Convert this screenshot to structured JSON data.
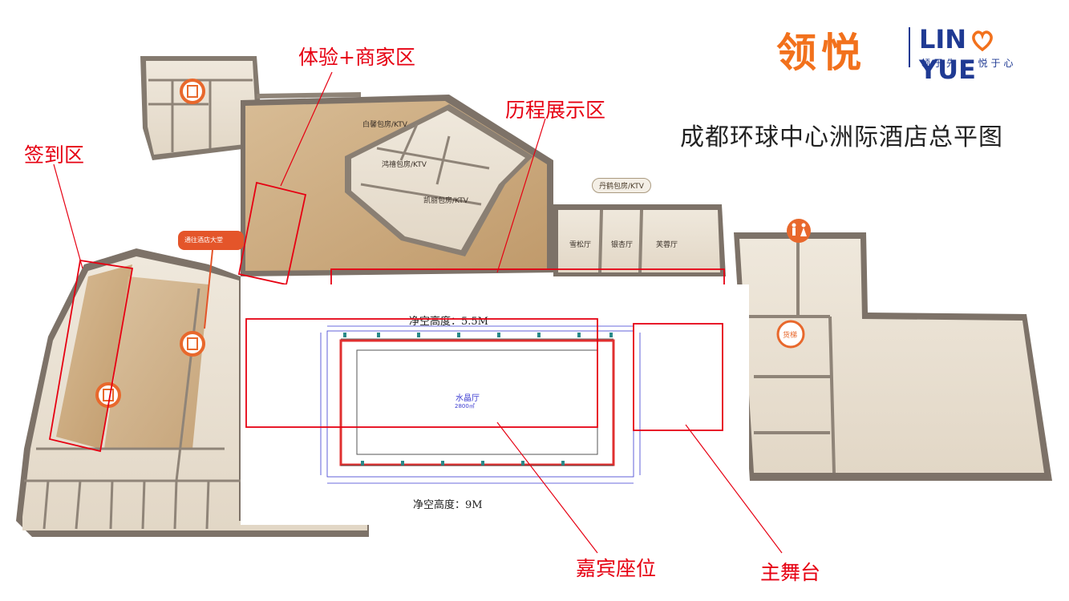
{
  "title": "成都环球中心洲际酒店总平图",
  "logo": {
    "cn": "领悦",
    "en_left": "LIN",
    "en_right": "YUE",
    "slogan": "领于先 · 悦于心"
  },
  "zones": {
    "experience": "体验+商家区",
    "checkin": "签到区",
    "history": "历程展示区",
    "vip_seats": "嘉宾座位",
    "main_stage": "主舞台"
  },
  "rooms": {
    "baishu": "白馨包房/KTV",
    "hongxi": "鸿禧包房/KTV",
    "kaili": "凯丽包房/KTV",
    "danhe": "丹鹤包房/KTV",
    "xuesong": "雪松厅",
    "yinxing": "银杏厅",
    "furong": "芙蓉厅",
    "lobby": "通往酒店大堂",
    "elevator": "货梯"
  },
  "cad": {
    "ceiling_top": "净空高度：5.5M",
    "ceiling_bottom": "净空高度：9M",
    "hall_name": "水晶厅",
    "hall_area": "2800㎡"
  },
  "colors": {
    "accent_red": "#e60012",
    "floor_wood": "#cdb08a",
    "wall": "#8f8478",
    "pin_orange": "#e8682c",
    "logo_orange": "#f2711c",
    "logo_blue": "#1f3a93"
  },
  "icons": [
    "location-pin-icon",
    "restroom-icon",
    "heart-icon"
  ]
}
